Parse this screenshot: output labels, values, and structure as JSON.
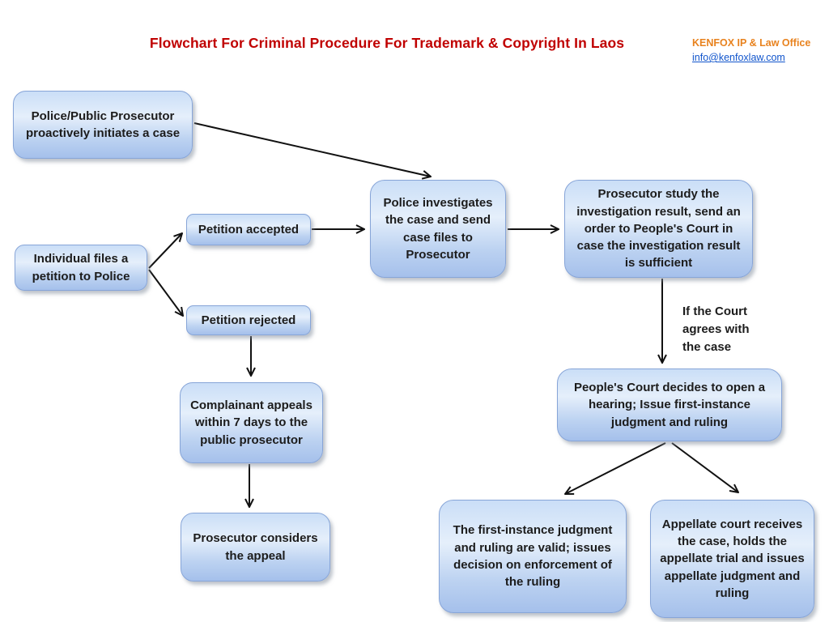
{
  "header": {
    "title": "Flowchart For Criminal Procedure For Trademark & Copyright In Laos",
    "org": "KENFOX IP & Law Office",
    "email": "info@kenfoxlaw.com"
  },
  "colors": {
    "title_red": "#C00000",
    "org_orange": "#E8821E",
    "email_blue": "#1155CC",
    "box_border": "#87A5D8",
    "box_top": "#CADEF7",
    "box_hi": "#E5EFFB",
    "box_mid": "#BCD2F1",
    "box_bottom": "#A5C0EB",
    "arrow": "#111111",
    "ink": "#1C1C1C"
  },
  "nodes": {
    "proactive": "Police/Public Prosecutor proactively initiates a case",
    "individual": "Individual files a petition to Police",
    "petition_accepted": "Petition accepted",
    "petition_rejected": "Petition rejected",
    "police_investigates": "Police investigates the case and send case files to Prosecutor",
    "prosecutor_study": "Prosecutor study the investigation result, send an order to People's Court in case the investigation result is sufficient",
    "peoples_court": "People's Court decides to open a hearing; Issue first-instance judgment and ruling",
    "complainant_appeals": "Complainant appeals within 7 days to the public prosecutor",
    "prosecutor_considers": "Prosecutor considers the appeal",
    "first_instance_valid": "The first-instance judgment and ruling are valid; issues decision on enforcement of the ruling",
    "appellate_court": "Appellate court receives the case, holds the appellate trial and issues appellate judgment and ruling"
  },
  "labels": {
    "if_court_agrees": "If the Court agrees with the case"
  }
}
